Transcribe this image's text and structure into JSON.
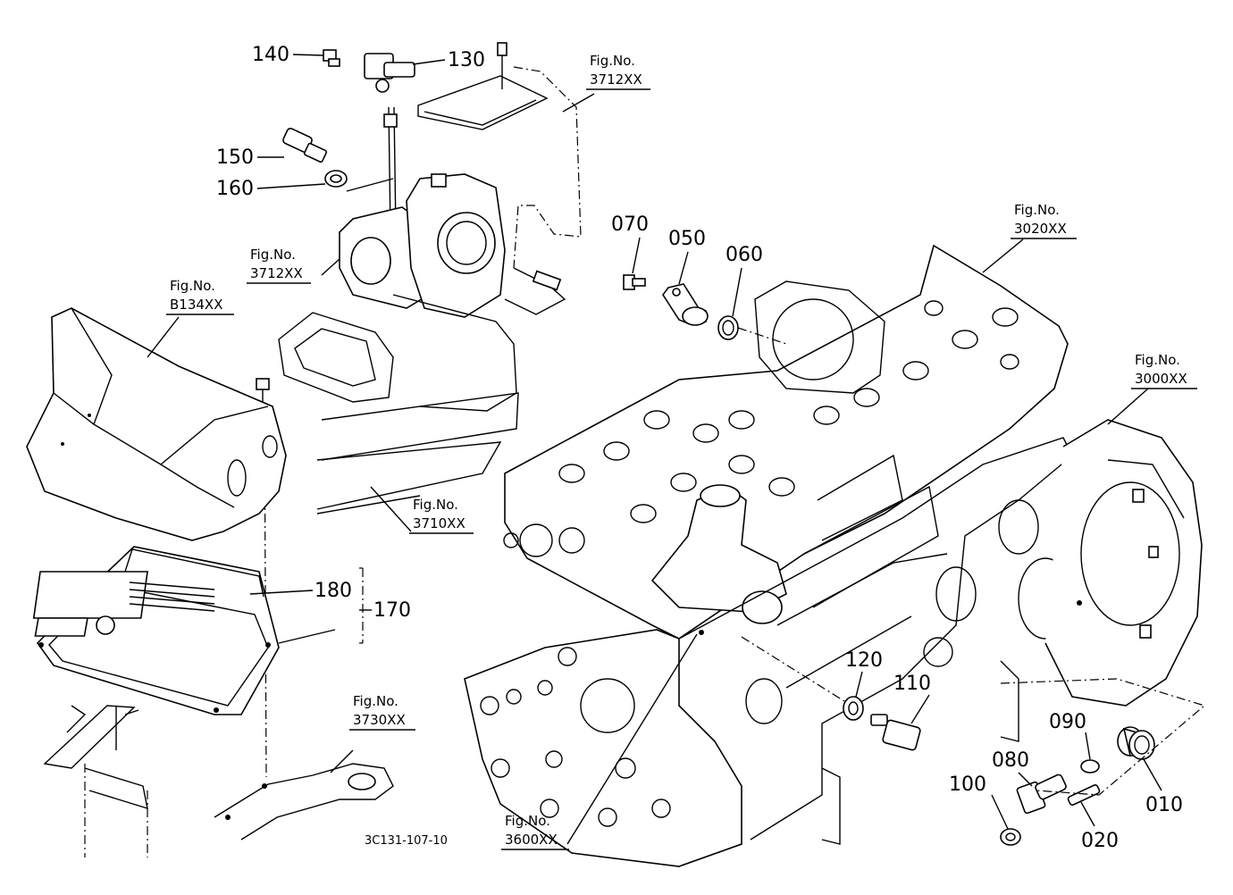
{
  "callouts": {
    "p140": "140",
    "p130": "130",
    "p150": "150",
    "p160": "160",
    "p070": "070",
    "p050": "050",
    "p060": "060",
    "p180": "180",
    "p170": "170",
    "p120": "120",
    "p110": "110",
    "p090": "090",
    "p080": "080",
    "p100": "100",
    "p010": "010",
    "p020": "020"
  },
  "figure_refs": {
    "fig_label": "Fig.No.",
    "ref_3712_top": "3712XX",
    "ref_3712_mid": "3712XX",
    "ref_b134": "B134XX",
    "ref_3710": "3710XX",
    "ref_3020": "3020XX",
    "ref_3000": "3000XX",
    "ref_3730": "3730XX",
    "ref_3600": "3600XX"
  },
  "drawing_code": "3C131-107-10"
}
